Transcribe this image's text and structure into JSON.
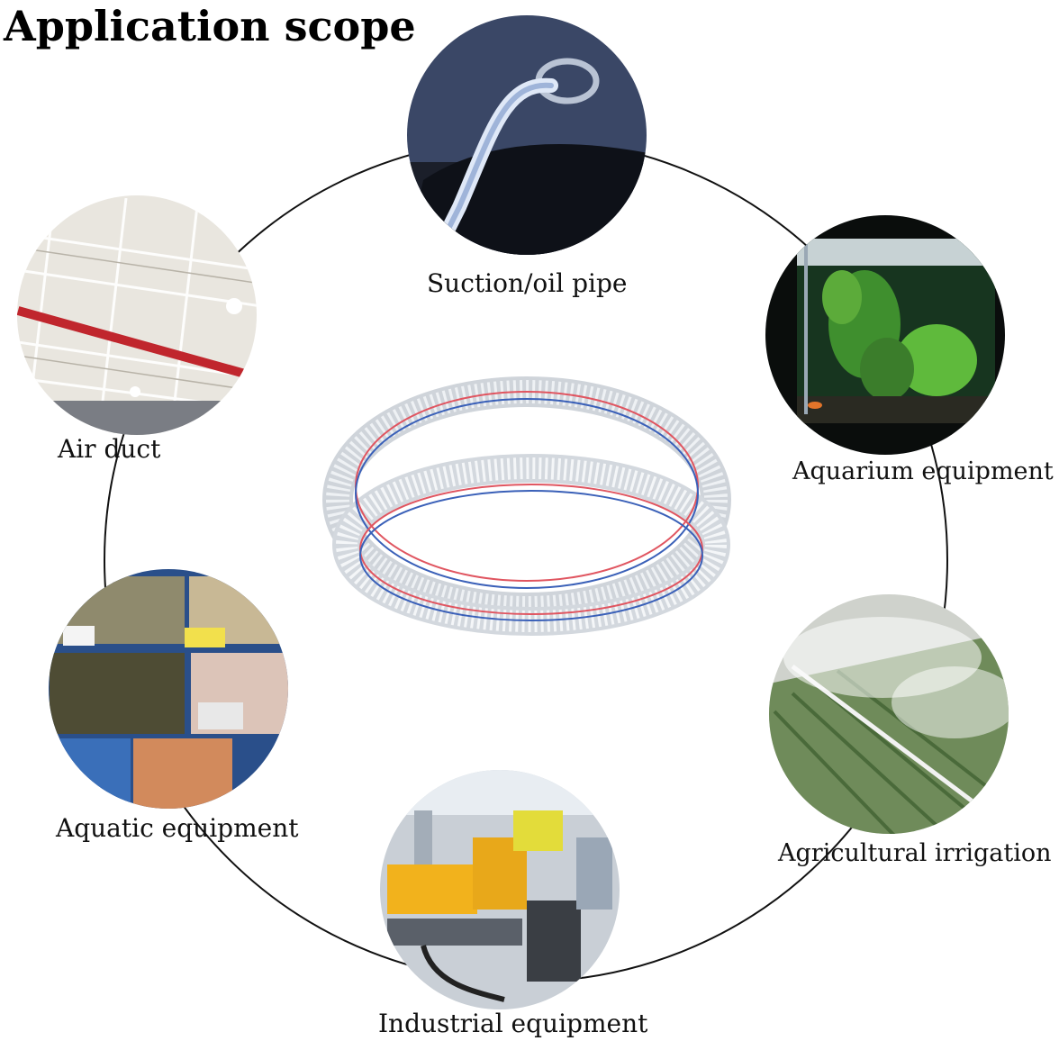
{
  "title": "Application scope",
  "labels": {
    "suction": "Suction/oil pipe",
    "air_duct": "Air duct",
    "aquarium": "Aquarium equipment",
    "aquatic": "Aquatic equipment",
    "agricultural": "Agricultural irrigation",
    "industrial": "Industrial equipment"
  }
}
